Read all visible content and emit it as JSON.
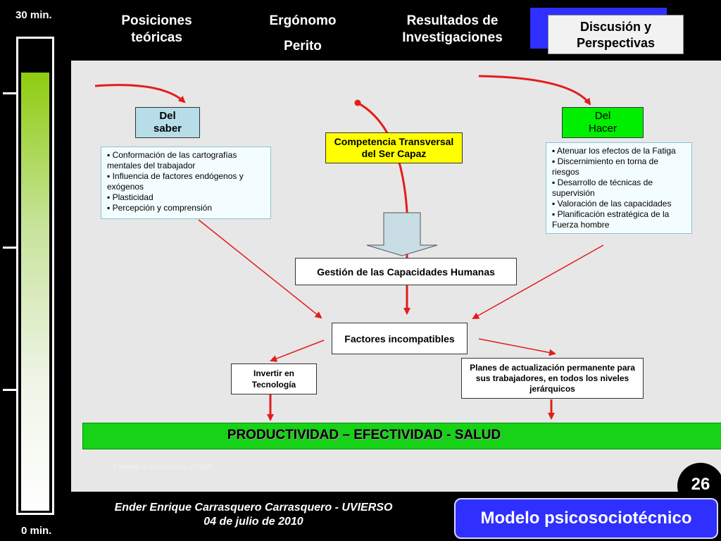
{
  "timer": {
    "top_label": "30 min.",
    "bottom_label": "0 min.",
    "elapsed_fraction": 0.97
  },
  "nav": {
    "item1": "Posiciones teóricas",
    "item2_line1": "Ergónomo",
    "item2_line2": "Perito",
    "item3": "Resultados de Investigaciones",
    "active": "Discusión y Perspectivas"
  },
  "diagram": {
    "saber": "Del saber",
    "saber_items": [
      "▪ Conformación de las cartografías mentales del trabajador",
      "▪ Influencia de factores endógenos y exógenos",
      "▪ Plasticidad",
      "▪ Percepción y comprensión"
    ],
    "competencia": "Competencia Transversal del Ser Capaz",
    "hacer": "Del Hacer",
    "hacer_items": [
      "▪ Atenuar los efectos de la Fatiga",
      "▪ Discernimiento en torna de riesgos",
      "▪ Desarrollo de técnicas de supervisión",
      "▪ Valoración de las capacidades",
      "▪ Planificación estratégica de la Fuerza hombre"
    ],
    "gestion": "Gestión de las Capacidades Humanas",
    "factores": "Factores incompatibles",
    "invertir": "Invertir en Tecnología",
    "planes": "Planes de actualización  permanente para sus trabajadores, en todos los niveles jerárquicos",
    "productividad": "PRODUCTIVIDAD – EFECTIVIDAD - SALUD",
    "fuente_label": "Fuente",
    "fuente_value": ": Carrasquero, (2008)",
    "colors": {
      "saber_fill": "#b7dee8",
      "competencia_fill": "#ffff00",
      "hacer_fill": "#00ee00",
      "arrow": "#e31c1c"
    }
  },
  "footer": {
    "page_number": "26",
    "author": "Ender Enrique Carrasquero Carrasquero - UVIERSO",
    "date": "04 de julio de 2010",
    "model": "Modelo psicosociotécnico"
  }
}
